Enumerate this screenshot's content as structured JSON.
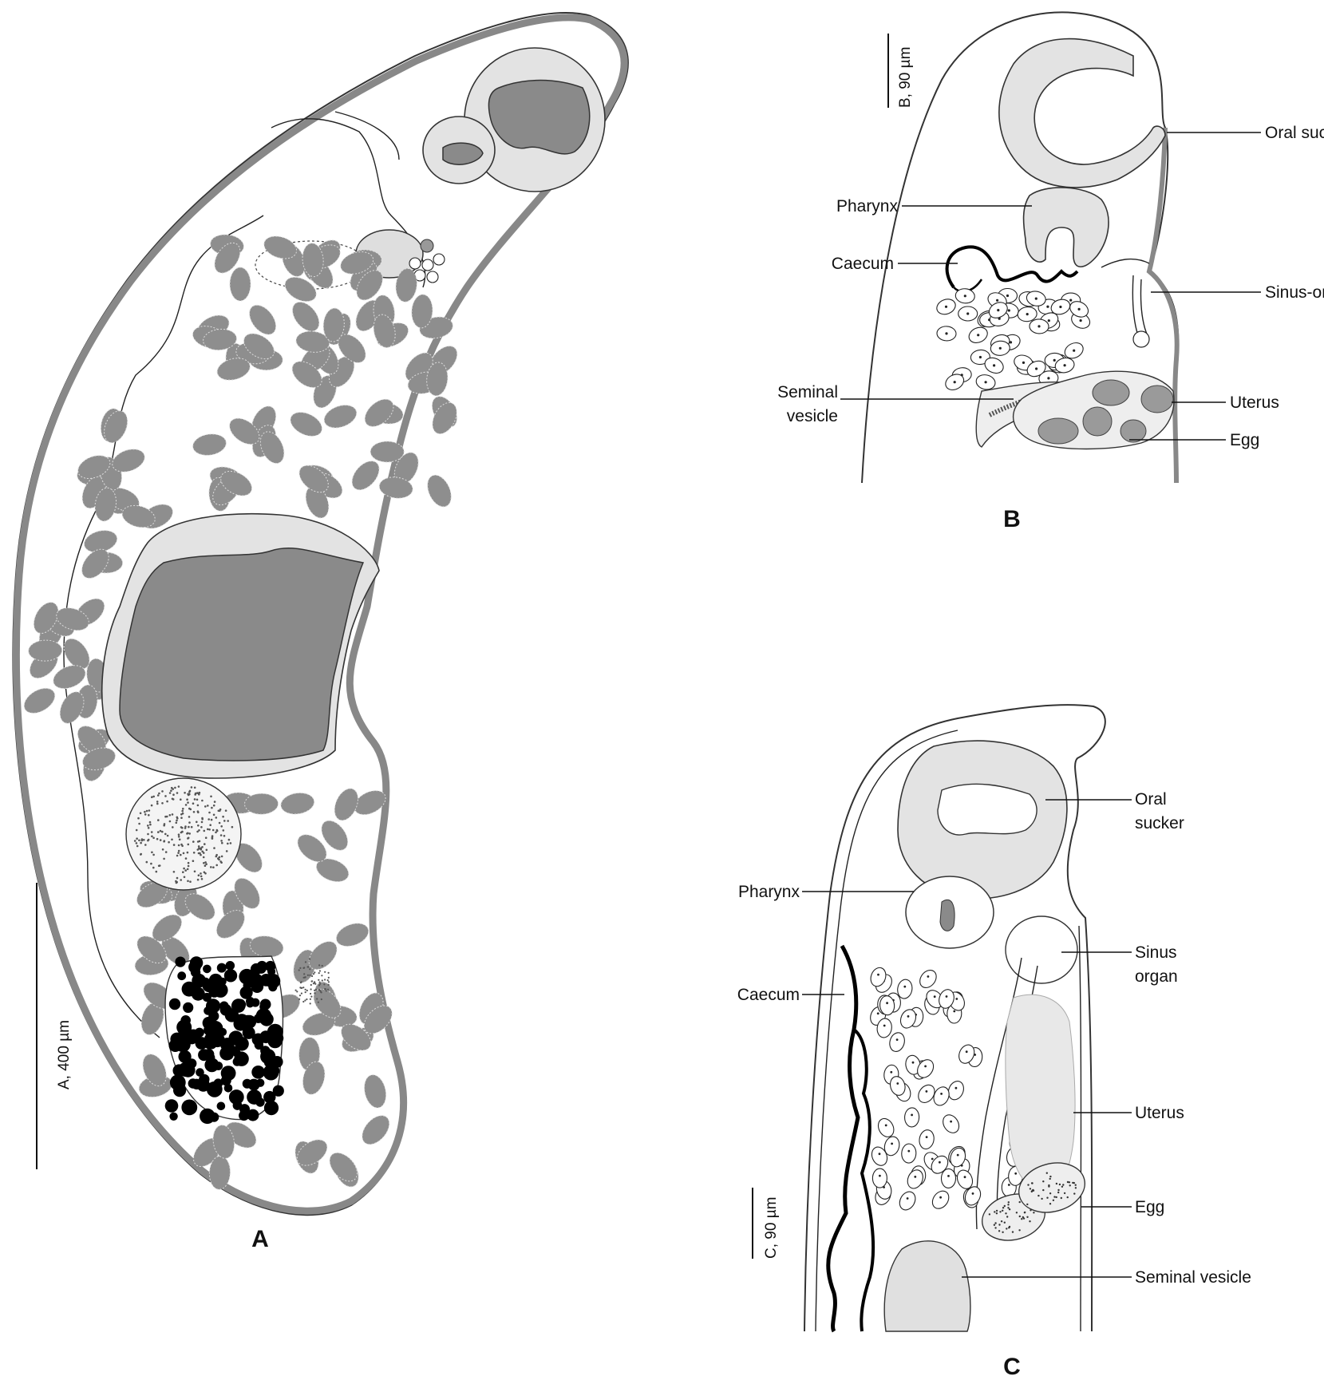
{
  "panels": {
    "A": {
      "letter": "A",
      "scale_bar": "A, 400  µm"
    },
    "B": {
      "letter": "B",
      "scale_bar": "B, 90 µm",
      "labels": {
        "oral_sucker": "Oral sucker",
        "pharynx": "Pharynx",
        "caecum": "Caecum",
        "sinus_organ": "Sinus-organ",
        "seminal_vesicle_1": "Seminal",
        "seminal_vesicle_2": "vesicle",
        "uterus": "Uterus",
        "egg": "Egg"
      }
    },
    "C": {
      "letter": "C",
      "scale_bar": "C, 90 µm",
      "labels": {
        "oral_sucker_1": "Oral",
        "oral_sucker_2": "sucker",
        "pharynx": "Pharynx",
        "sinus_organ_1": "Sinus",
        "sinus_organ_2": "organ",
        "caecum": "Caecum",
        "uterus": "Uterus",
        "egg": "Egg",
        "seminal_vesicle": "Seminal vesicle"
      }
    }
  },
  "colors": {
    "tissue_grey": "#8e8e8e",
    "sucker_fill": "#e3e3e3",
    "testis_black": "#000000"
  }
}
